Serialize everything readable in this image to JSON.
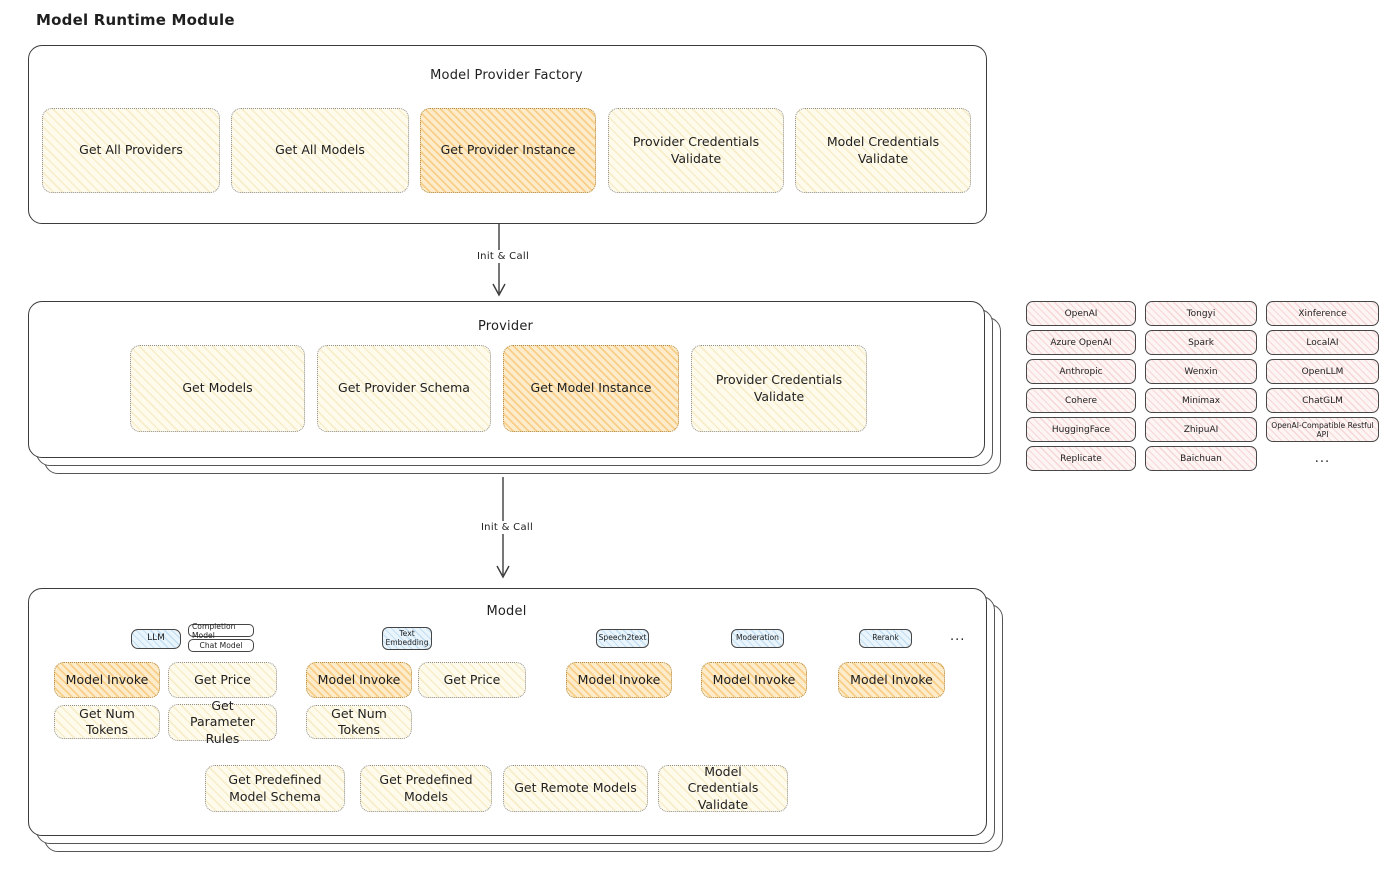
{
  "page": {
    "title": "Model Runtime Module"
  },
  "palette": {
    "cream_fill": "#fefaec",
    "highlight_fill": "#f6b74a",
    "pink_fill": "#f5d8d8",
    "blue_fill": "#cfe6f7",
    "border_dark": "#3c3c3c"
  },
  "arrows": {
    "label1": "Init & Call",
    "label2": "Init & Call"
  },
  "factory": {
    "title": "Model Provider Factory",
    "items": [
      {
        "label": "Get All Providers",
        "highlighted": false
      },
      {
        "label": "Get All Models",
        "highlighted": false
      },
      {
        "label": "Get Provider Instance",
        "highlighted": true
      },
      {
        "label": "Provider Credentials Validate",
        "highlighted": false
      },
      {
        "label": "Model Credentials Validate",
        "highlighted": false
      }
    ]
  },
  "provider": {
    "title": "Provider",
    "items": [
      {
        "label": "Get Models",
        "highlighted": false
      },
      {
        "label": "Get Provider Schema",
        "highlighted": false
      },
      {
        "label": "Get Model Instance",
        "highlighted": true
      },
      {
        "label": "Provider Credentials Validate",
        "highlighted": false
      }
    ]
  },
  "providers_grid": {
    "cells": [
      {
        "label": "OpenAI"
      },
      {
        "label": "Tongyi"
      },
      {
        "label": "Xinference"
      },
      {
        "label": "Azure OpenAI"
      },
      {
        "label": "Spark"
      },
      {
        "label": "LocalAI"
      },
      {
        "label": "Anthropic"
      },
      {
        "label": "Wenxin"
      },
      {
        "label": "OpenLLM"
      },
      {
        "label": "Cohere"
      },
      {
        "label": "Minimax"
      },
      {
        "label": "ChatGLM"
      },
      {
        "label": "HuggingFace"
      },
      {
        "label": "ZhipuAI"
      },
      {
        "label": "OpenAI-Compatible Restful API"
      },
      {
        "label": "Replicate"
      },
      {
        "label": "Baichuan"
      }
    ],
    "more": "..."
  },
  "model": {
    "title": "Model",
    "more": "...",
    "groups": [
      {
        "tab": "LLM",
        "subtabs": [
          "Completion Model",
          "Chat Model"
        ],
        "functions": [
          {
            "label": "Model Invoke",
            "highlighted": true
          },
          {
            "label": "Get Price",
            "highlighted": false
          },
          {
            "label": "Get Num Tokens",
            "highlighted": false
          },
          {
            "label": "Get Parameter Rules",
            "highlighted": false
          }
        ]
      },
      {
        "tab": "Text Embedding",
        "functions": [
          {
            "label": "Model Invoke",
            "highlighted": true
          },
          {
            "label": "Get Price",
            "highlighted": false
          },
          {
            "label": "Get Num Tokens",
            "highlighted": false
          }
        ]
      },
      {
        "tab": "Speech2text",
        "functions": [
          {
            "label": "Model Invoke",
            "highlighted": true
          }
        ]
      },
      {
        "tab": "Moderation",
        "functions": [
          {
            "label": "Model Invoke",
            "highlighted": true
          }
        ]
      },
      {
        "tab": "Rerank",
        "functions": [
          {
            "label": "Model Invoke",
            "highlighted": true
          }
        ]
      }
    ],
    "bottom": [
      {
        "label": "Get Predefined Model Schema"
      },
      {
        "label": "Get Predefined Models"
      },
      {
        "label": "Get Remote Models"
      },
      {
        "label": "Model Credentials Validate"
      }
    ]
  }
}
